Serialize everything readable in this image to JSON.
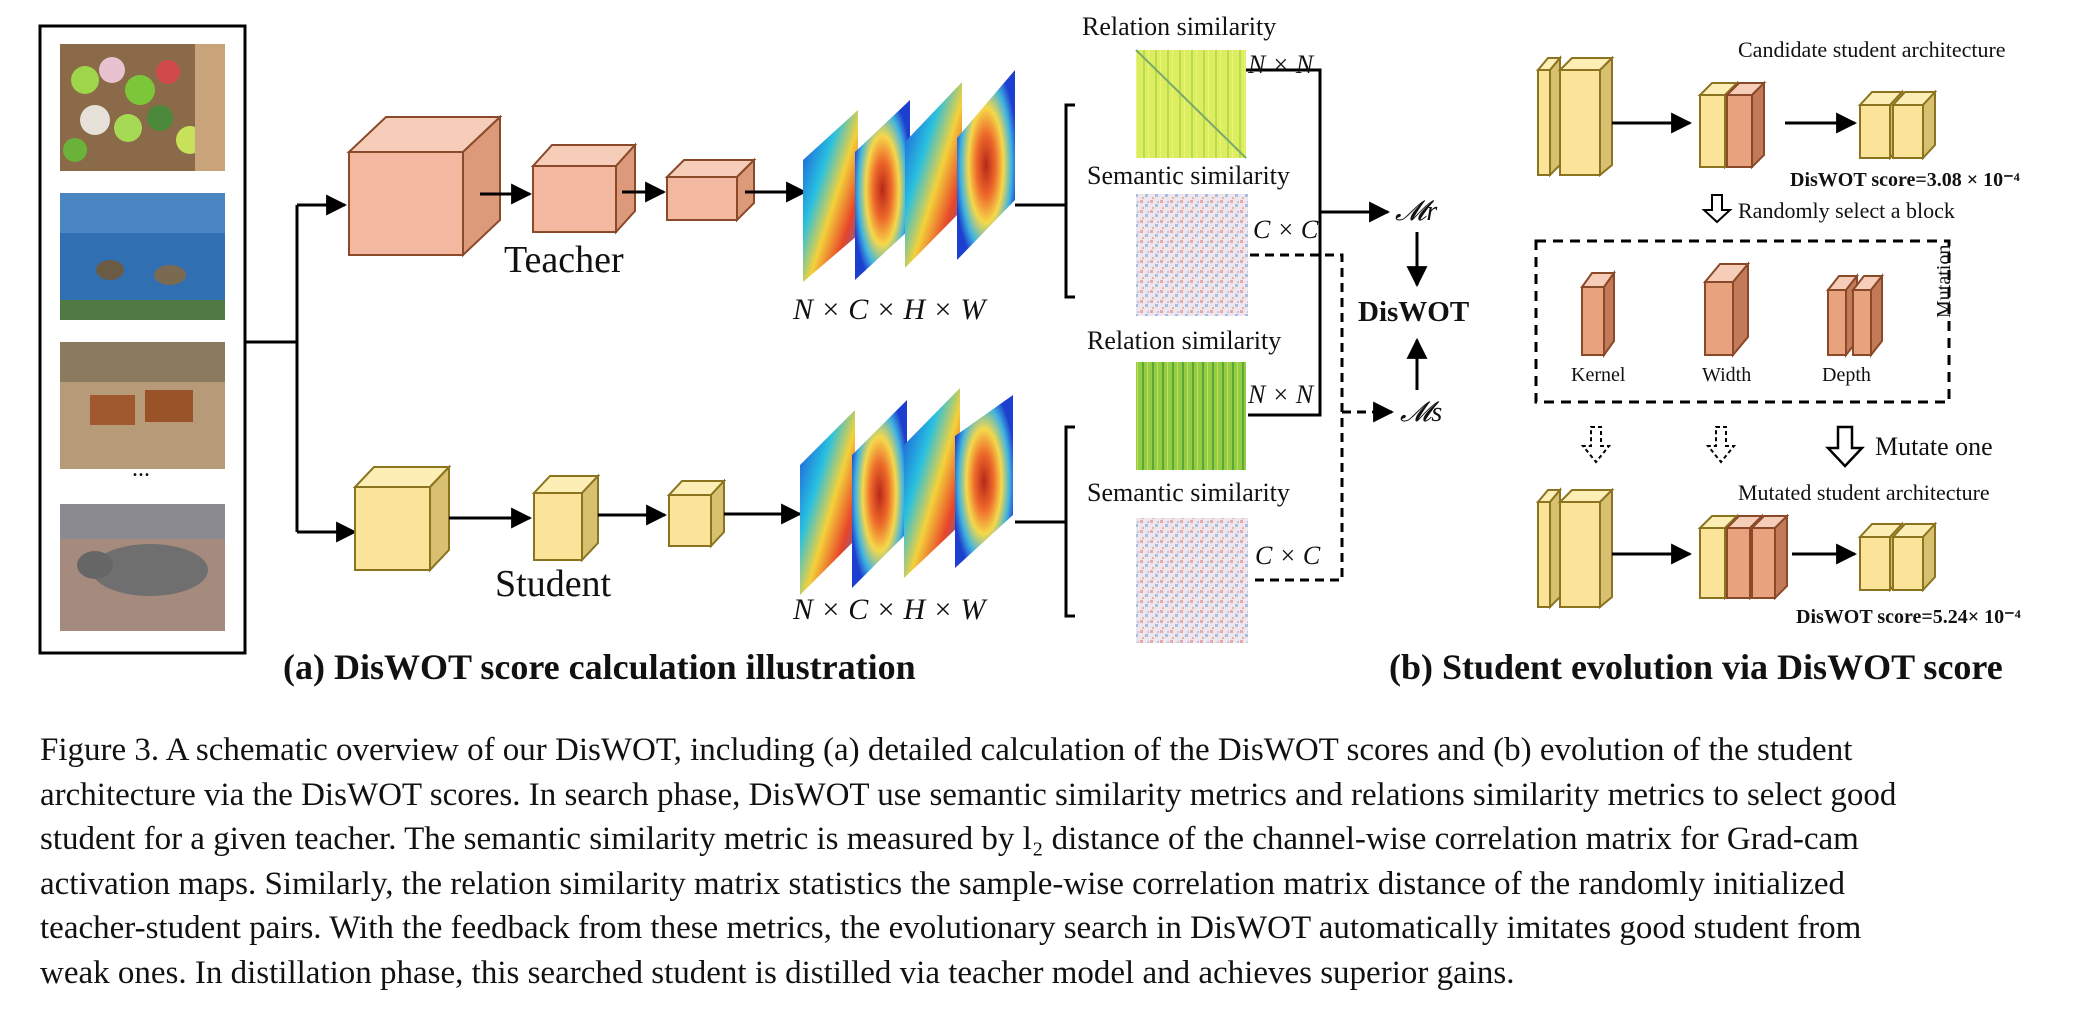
{
  "panel_a": {
    "title": "(a) DisWOT score calculation illustration",
    "teacher_label": "Teacher",
    "student_label": "Student",
    "ellipsis": "...",
    "feature_shape_top": "N × C × H × W",
    "feature_shape_bottom": "N × C × H × W",
    "relation_similarity_top": "Relation similarity",
    "semantic_similarity_top": "Semantic similarity",
    "relation_similarity_bottom": "Relation similarity",
    "semantic_similarity_bottom": "Semantic similarity",
    "nxn_top": "N × N",
    "cxc_top": "C × C",
    "nxn_bottom": "N × N",
    "cxc_bottom": "C × C",
    "m_r": "𝓜r",
    "m_s": "𝓜s",
    "diswot": "DisWOT"
  },
  "panel_b": {
    "title": "(b) Student evolution via DisWOT score",
    "candidate_label": "Candidate student architecture",
    "candidate_score": "DisWOT score=3.08 × 10⁻⁴",
    "random_select": "Randomly select a block",
    "kernel": "Kernel",
    "width": "Width",
    "depth": "Depth",
    "mutation": "Mutation",
    "mutate_one": "Mutate one",
    "mutated_label": "Mutated student architecture",
    "mutated_score": "DisWOT score=5.24× 10⁻⁴"
  },
  "caption": {
    "lines": [
      "Figure 3. A schematic overview of our DisWOT, including (a) detailed calculation of the DisWOT scores and (b) evolution of the student",
      "architecture via the DisWOT scores. In search phase, DisWOT use semantic similarity metrics and relations similarity metrics to select good",
      "student for a given teacher. The semantic similarity metric is measured by l₂ distance of the channel-wise correlation matrix for Grad-cam",
      "activation maps. Similarly, the relation similarity matrix statistics the sample-wise correlation matrix distance of the randomly initialized",
      "teacher-student pairs. With the feedback from these metrics, the evolutionary search in DisWOT automatically imitates good student from",
      "weak ones. In distillation phase, this searched student is distilled via teacher model and achieves superior gains."
    ]
  },
  "colors": {
    "teacher_face": "#f2b9a0",
    "teacher_edge": "#8a4a2a",
    "student_face": "#fbe49a",
    "student_edge": "#8a7420",
    "mutated_face": "#e8a27e",
    "relation_matrix": "#d8ec5a",
    "relation_matrix_bottom": "#8cc640",
    "semantic_matrix": "#e9dfe8"
  }
}
